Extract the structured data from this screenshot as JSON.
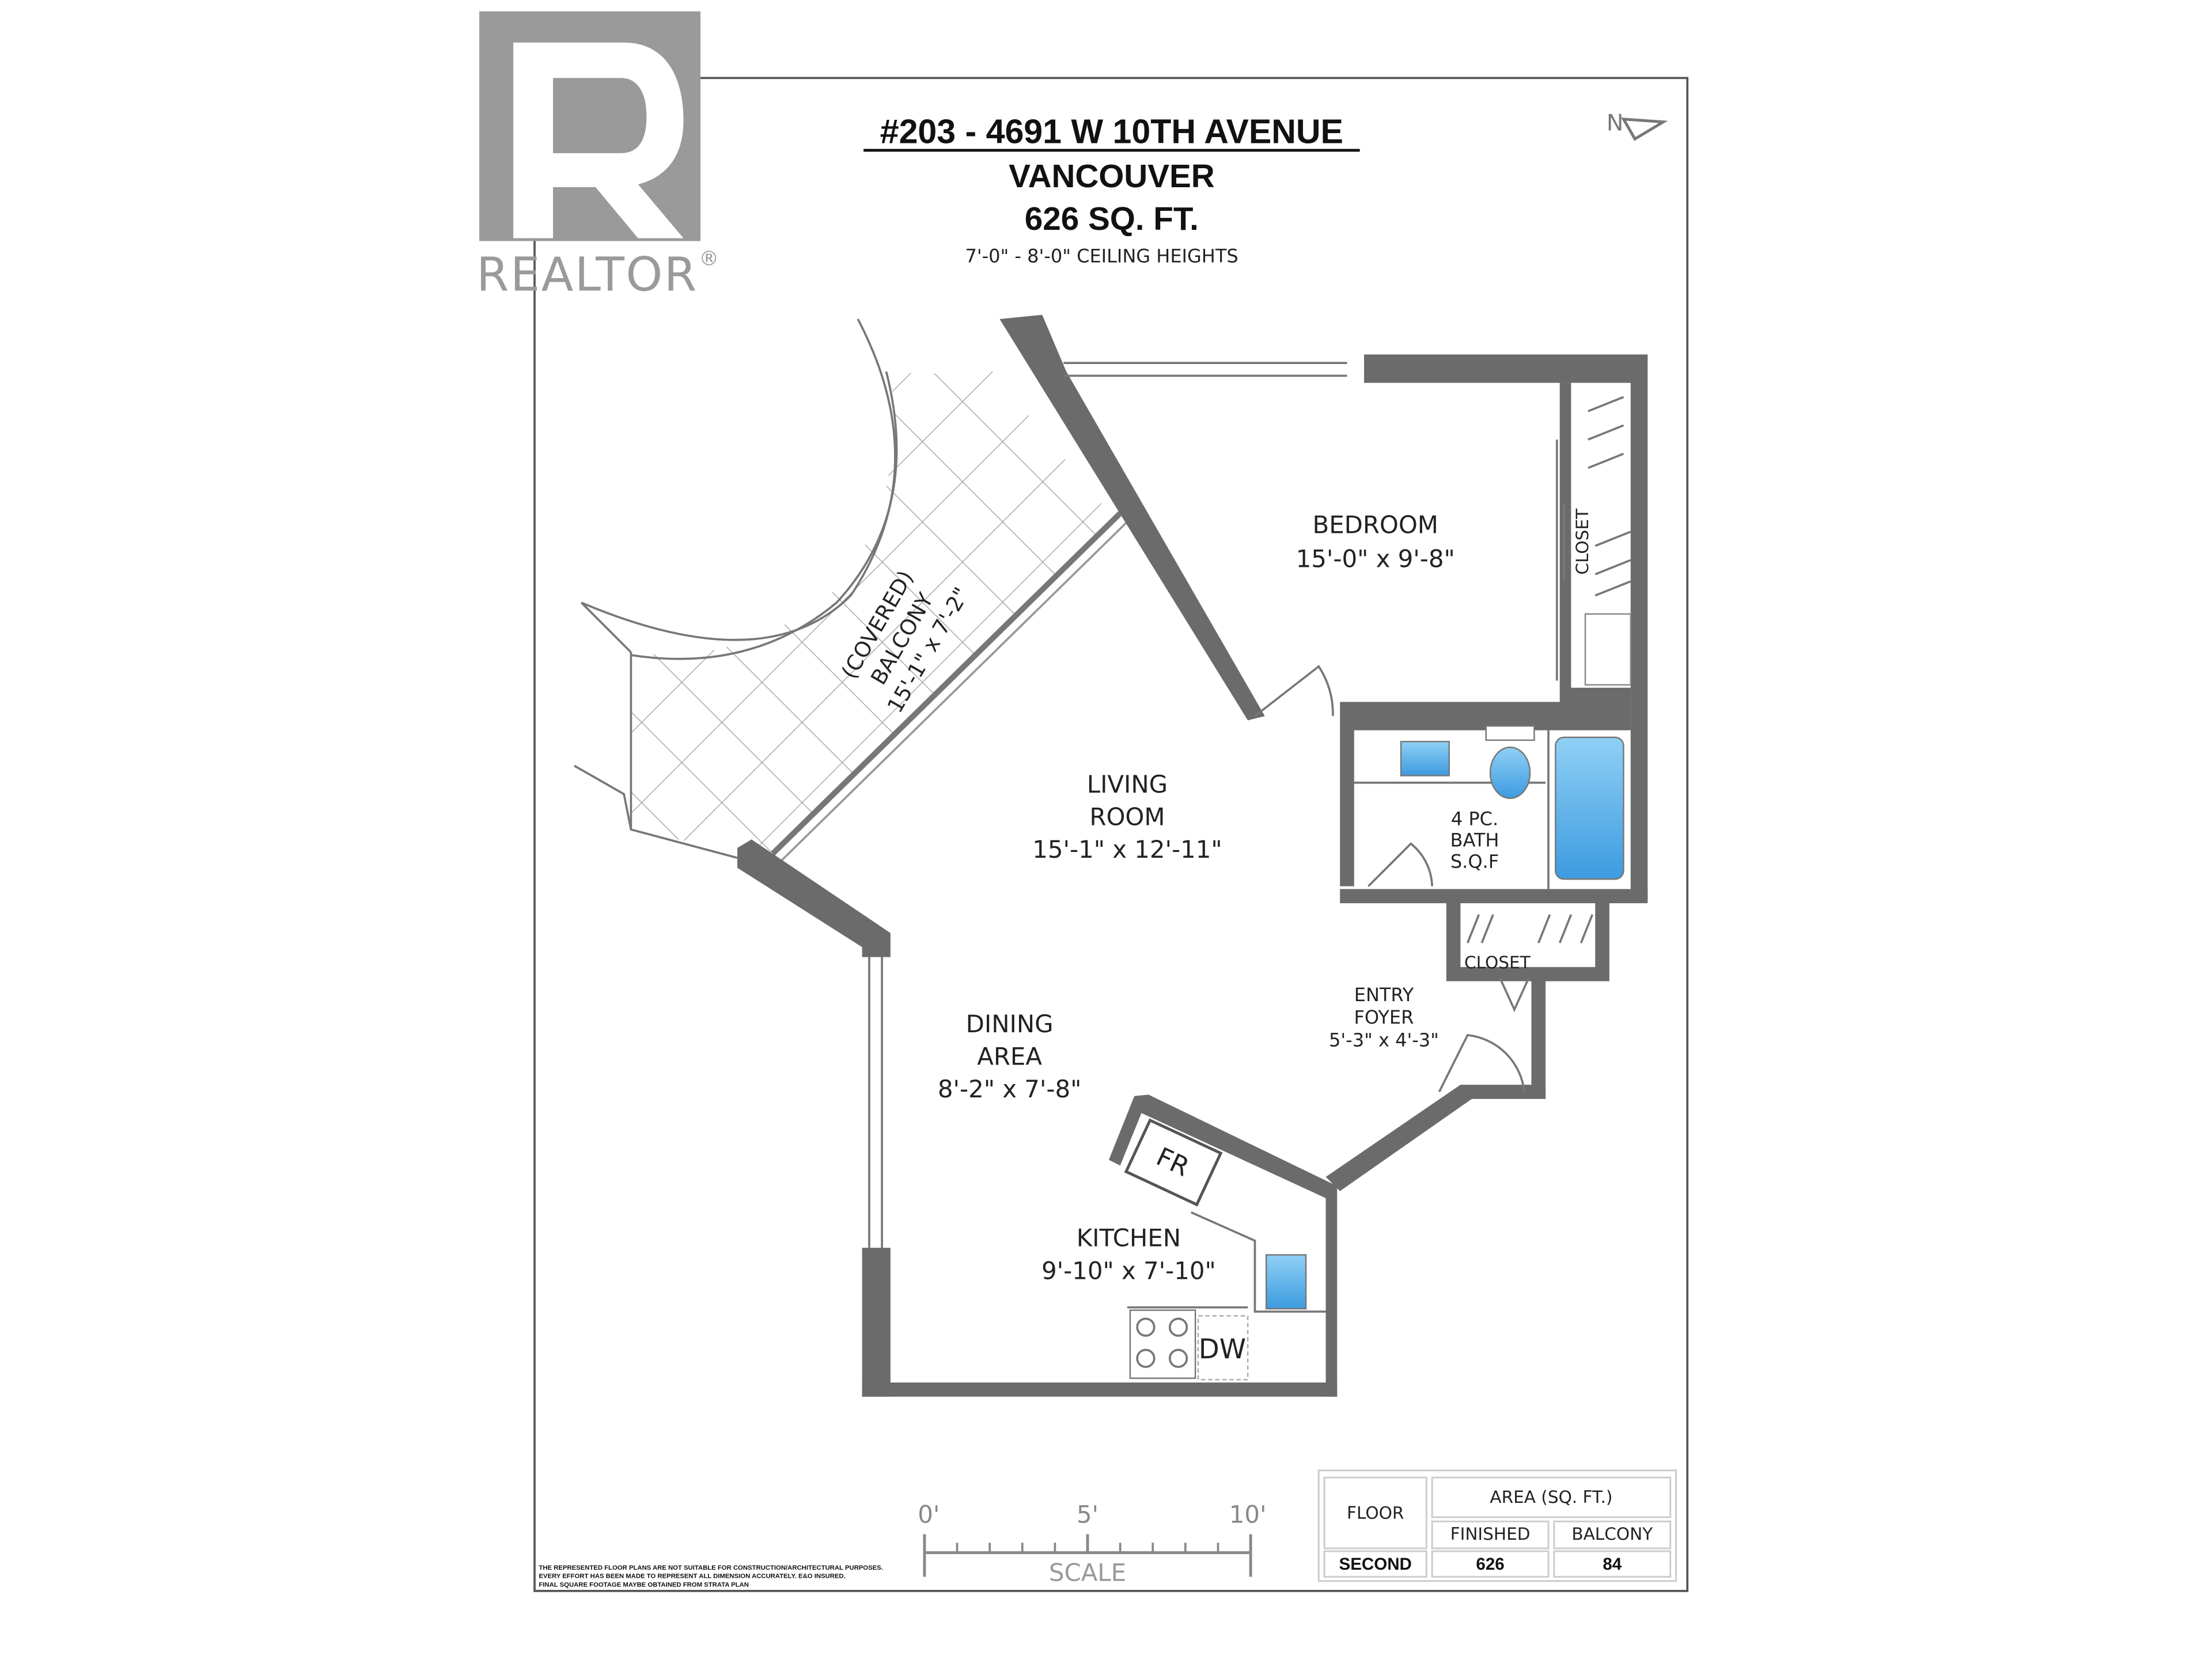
{
  "logo": {
    "text": "REALTOR",
    "mark": "®"
  },
  "header": {
    "address": "#203 - 4691 W 10TH AVENUE",
    "city": "VANCOUVER",
    "area": "626 SQ. FT.",
    "ceiling": "7'-0\" - 8'-0\" CEILING HEIGHTS"
  },
  "north_arrow": {
    "label": "N"
  },
  "rooms": {
    "bedroom": {
      "name": "BEDROOM",
      "dims": "15'-0\" x 9'-8\""
    },
    "closet_bedroom": {
      "name": "CLOSET"
    },
    "balcony": {
      "line1": "(COVERED)",
      "line2": "BALCONY",
      "dims": "15'-1\" x 7'-2\""
    },
    "living": {
      "line1": "LIVING",
      "line2": "ROOM",
      "dims": "15'-1\" x 12'-11\""
    },
    "bath": {
      "line1": "4 PC.",
      "line2": "BATH",
      "line3": "S.Q.F"
    },
    "closet_entry": {
      "name": "CLOSET"
    },
    "entry": {
      "line1": "ENTRY",
      "line2": "FOYER",
      "dims": "5'-3\" x 4'-3\""
    },
    "dining": {
      "line1": "DINING",
      "line2": "AREA",
      "dims": "8'-2\" x 7'-8\""
    },
    "kitchen": {
      "name": "KITCHEN",
      "dims": "9'-10\" x 7'-10\""
    },
    "fridge": "FR",
    "dishwasher": "DW"
  },
  "scale": {
    "ticks": [
      "0'",
      "5'",
      "10'"
    ],
    "label": "SCALE"
  },
  "disclaimer": [
    "THE REPRESENTED FLOOR PLANS ARE NOT SUITABLE FOR CONSTRUCTION/ARCHITECTURAL PURPOSES.",
    "EVERY EFFORT HAS BEEN MADE TO REPRESENT ALL DIMENSION ACCURATELY. E&O INSURED.",
    "FINAL SQUARE FOOTAGE MAYBE OBTAINED FROM STRATA PLAN"
  ],
  "area_table": {
    "floor_header": "FLOOR",
    "area_header": "AREA (SQ. FT.)",
    "finished_header": "FINISHED",
    "balcony_header": "BALCONY",
    "rows": [
      {
        "floor": "SECOND",
        "finished": "626",
        "balcony": "84"
      }
    ]
  },
  "colors": {
    "wall": "#6b6b6b",
    "fixture_blue": "#5aaee8"
  }
}
